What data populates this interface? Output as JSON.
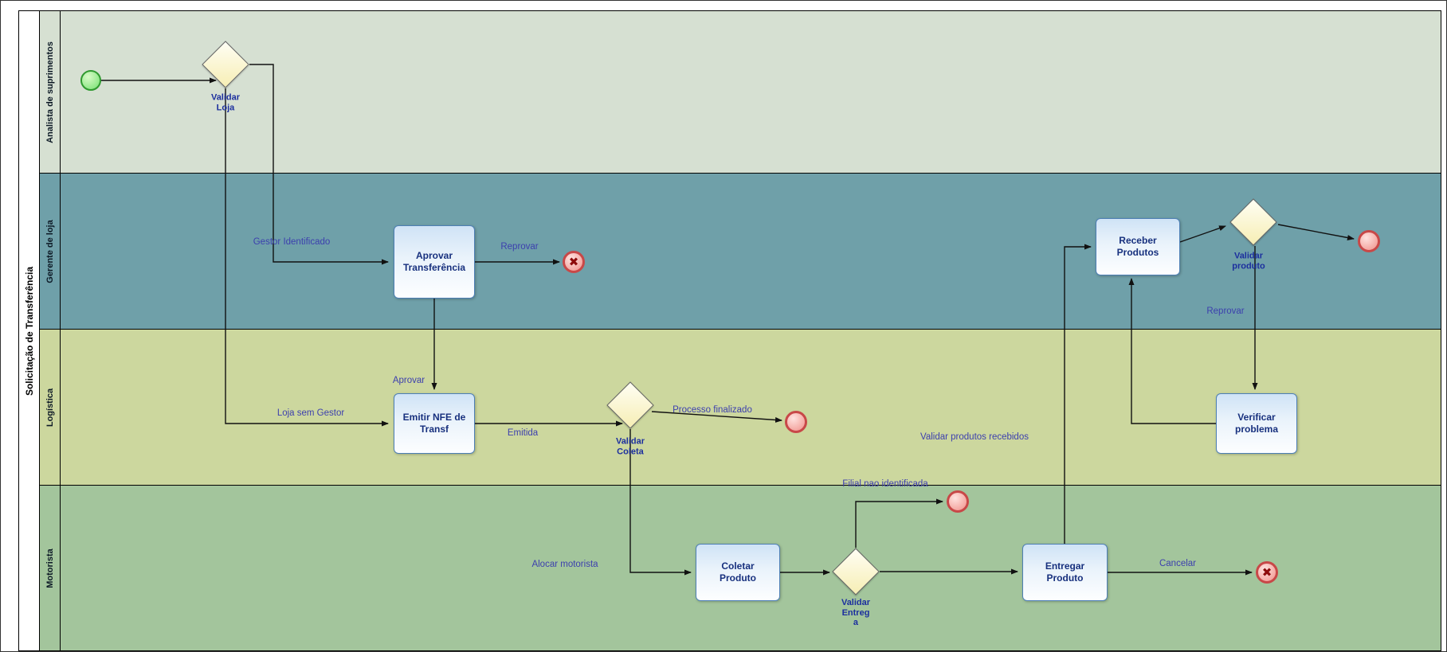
{
  "pool": {
    "label": "Solicitação de Transferência"
  },
  "lanes": [
    {
      "label": "Analista de suprimentos",
      "color": "#d6e0d2"
    },
    {
      "label": "Gerente de loja",
      "color": "#6fa0a9"
    },
    {
      "label": "Logística",
      "color": "#ccd79e"
    },
    {
      "label": "Motorista",
      "color": "#a3c59c"
    }
  ],
  "nodes": {
    "validar_loja": {
      "label": "Validar\nLoja",
      "type": "gateway"
    },
    "aprovar_transferencia": {
      "label": "Aprovar\nTransferência",
      "type": "task"
    },
    "emitir_nfe": {
      "label": "Emitir NFE de\nTransf",
      "type": "task"
    },
    "validar_coleta": {
      "label": "Validar\nColeta",
      "type": "gateway"
    },
    "coletar_produto": {
      "label": "Coletar\nProduto",
      "type": "task"
    },
    "validar_entrega": {
      "label": "Validar\nEntreg\na",
      "type": "gateway"
    },
    "entregar_produto": {
      "label": "Entregar\nProduto",
      "type": "task"
    },
    "receber_produtos": {
      "label": "Receber\nProdutos",
      "type": "task"
    },
    "validar_produto": {
      "label": "Validar\nproduto",
      "type": "gateway"
    },
    "verificar_problema": {
      "label": "Verificar\nproblema",
      "type": "task"
    }
  },
  "flows": {
    "gestor_identificado": "Gestor Identificado",
    "reprovar_transferencia": "Reprovar",
    "aprovar": "Aprovar",
    "loja_sem_gestor": "Loja sem Gestor",
    "emitida": "Emitida",
    "processo_finalizado": "Processo finalizado",
    "alocar_motorista": "Alocar motorista",
    "filial_nao_identificada": "Filial nao identificada",
    "validar_produtos_recebidos": "Validar produtos recebidos",
    "cancelar": "Cancelar",
    "reprovar_produto": "Reprovar"
  },
  "icons": {
    "terminate_x": "✖"
  },
  "colors": {
    "task_border": "#4d7fb5",
    "task_text": "#17307e",
    "gateway_fill": "#f6eeb4",
    "start_fill": "#74e070",
    "end_fill": "#f0908a",
    "end_border": "#c84848",
    "flow_label": "#3c3fae",
    "connector": "#111111"
  }
}
